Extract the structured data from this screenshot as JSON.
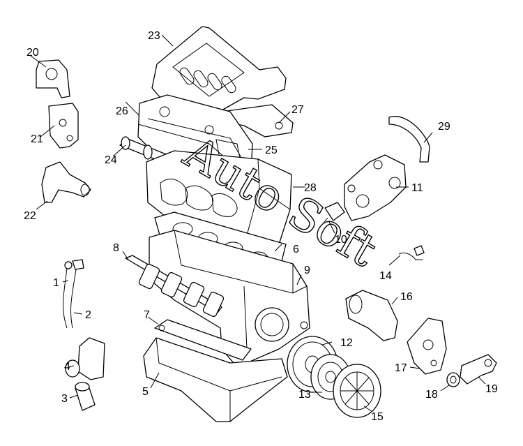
{
  "diagram": {
    "callouts": [
      "1",
      "2",
      "3",
      "4",
      "5",
      "6",
      "7",
      "8",
      "9",
      "10",
      "11",
      "12",
      "13",
      "14",
      "15",
      "16",
      "17",
      "18",
      "19",
      "20",
      "21",
      "22",
      "23",
      "24",
      "25",
      "26",
      "27",
      "28",
      "29"
    ],
    "watermark": "Auto Soft"
  }
}
